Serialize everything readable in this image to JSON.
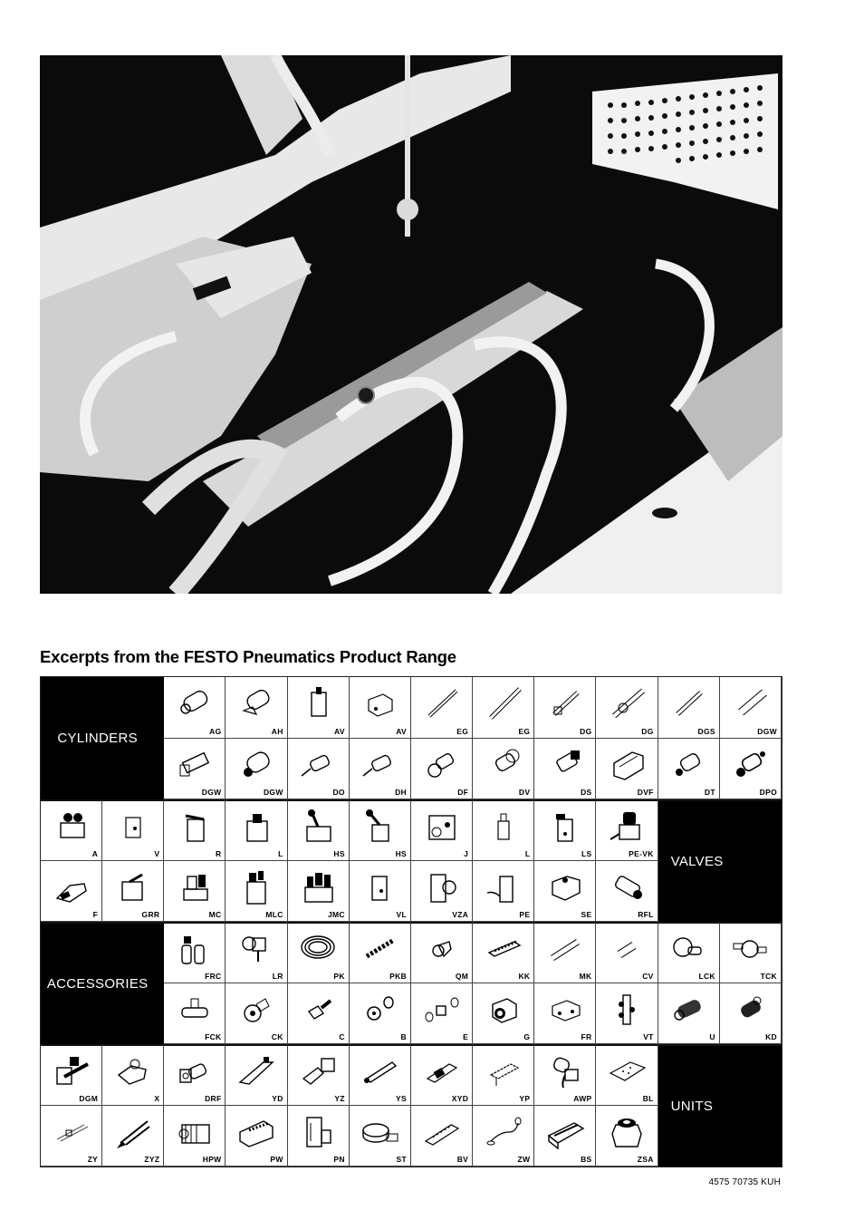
{
  "photo": {
    "subject": "industrial machine with pneumatic valves, tubing and perforated guard",
    "alt": "Black and white photograph of FESTO pneumatic components installed on a machine"
  },
  "heading": "Excerpts from the FESTO Pneumatics Product Range",
  "categories": {
    "cylinders": "CYLINDERS",
    "valves": "VALVES",
    "accessories": "ACCESSORIES",
    "units": "UNITS"
  },
  "grid": {
    "cylinders_row1": [
      "AG",
      "AH",
      "AV",
      "AV",
      "EG",
      "EG",
      "DG",
      "DG",
      "DGS",
      "DGW"
    ],
    "cylinders_row2": [
      "DGW",
      "DGW",
      "DO",
      "DH",
      "DF",
      "DV",
      "DS",
      "DVF",
      "DT",
      "DPO"
    ],
    "valves_row1": [
      "A",
      "V",
      "R",
      "L",
      "HS",
      "HS",
      "J",
      "L",
      "LS",
      "PE-VK"
    ],
    "valves_row2": [
      "F",
      "GRR",
      "MC",
      "MLC",
      "JMC",
      "VL",
      "VZA",
      "PE",
      "SE",
      "RFL"
    ],
    "accessories_row1": [
      "FRC",
      "LR",
      "PK",
      "PKB",
      "QM",
      "KK",
      "MK",
      "CV",
      "LCK",
      "TCK"
    ],
    "accessories_row2": [
      "FCK",
      "CK",
      "C",
      "B",
      "E",
      "G",
      "FR",
      "VT",
      "U",
      "KD"
    ],
    "units_row1": [
      "DGM",
      "X",
      "DRF",
      "YD",
      "YZ",
      "YS",
      "XYD",
      "YP",
      "AWP",
      "BL"
    ],
    "units_row2": [
      "ZY",
      "ZYZ",
      "HPW",
      "PW",
      "PN",
      "ST",
      "BV",
      "ZW",
      "BS",
      "ZSA"
    ]
  },
  "footer": "4575 70735  KUH"
}
